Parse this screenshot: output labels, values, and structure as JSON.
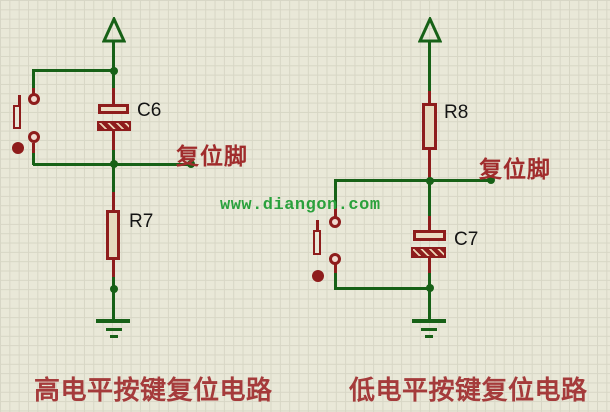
{
  "diagram": {
    "watermark": "www.diangon.com",
    "left": {
      "caption": "高电平按键复位电路",
      "reset_pin": "复位脚",
      "capacitor_ref": "C6",
      "resistor_ref": "R7"
    },
    "right": {
      "caption": "低电平按键复位电路",
      "reset_pin": "复位脚",
      "resistor_ref": "R8",
      "capacitor_ref": "C7"
    },
    "colors": {
      "background": "#e9e8d8",
      "grid_line": "#d7d6c5",
      "wire_green": "#176117",
      "component_red": "#8e1c1c",
      "net_label_red": "#a02c2c",
      "caption_red": "#a53b3b",
      "ref_text_black": "#141414",
      "watermark_green": "#2aa13c"
    }
  }
}
